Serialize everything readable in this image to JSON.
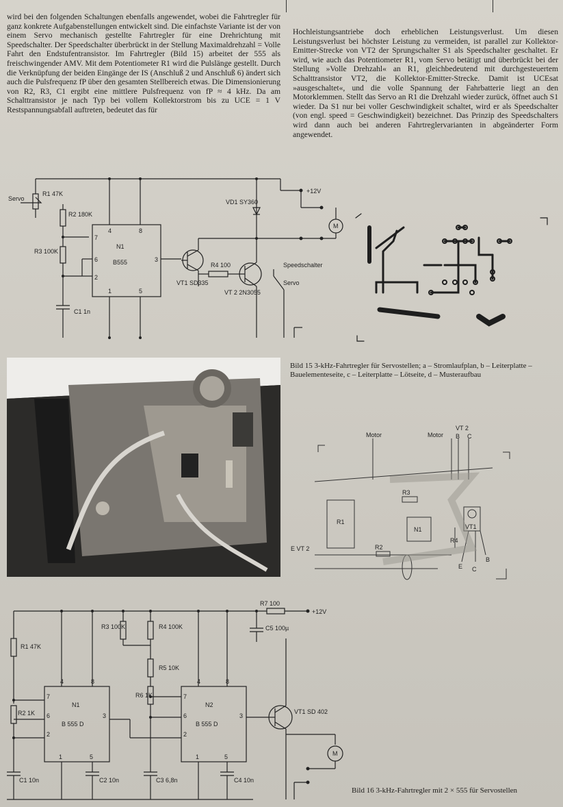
{
  "text": {
    "left_column": "wird bei den folgenden Schaltungen ebenfalls angewendet, wobei die Fahrtregler für ganz konkrete Aufgabenstellungen entwickelt sind. Die einfachste Variante ist der von einem Servo mechanisch gestellte Fahrtregler für eine Drehrichtung mit Speedschalter. Der Speedschalter überbrückt in der Stellung Maximaldrehzahl = Volle Fahrt den Endstufentransistor. Im Fahrtregler (Bild 15) arbeitet der 555 als freischwingender AMV. Mit dem Potentiometer R1 wird die Pulslänge gestellt. Durch die Verknüpfung der beiden Eingänge der IS (Anschluß 2 und Anschluß 6) ändert sich auch die Pulsfrequenz fP über den gesamten Stellbereich etwas. Die Dimensionierung von R2, R3, C1 ergibt eine mittlere Pulsfrequenz von fP ≈ 4 kHz. Da am Schalttransistor je nach Typ bei vollem Kollektorstrom bis zu UCE = 1 V Restspannungsabfall auftreten, bedeutet das für",
    "right_column": "Hochleistungsantriebe doch erheblichen Leistungsverlust. Um diesen Leistungsverlust bei höchster Leistung zu vermeiden, ist parallel zur Kollektor-Emitter-Strecke von VT2 der Sprungschalter S1 als Speedschalter geschaltet. Er wird, wie auch das Potentiometer R1, vom Servo betätigt und überbrückt bei der Stellung »Volle Drehzahl« an R1, gleichbedeutend mit durchgesteuertem Schalttransistor VT2, die Kollektor-Emitter-Strecke. Damit ist UCEsat »ausgeschaltet«, und die volle Spannung der Fahrbatterie liegt an den Motorklemmen. Stellt das Servo an R1 die Drehzahl wieder zurück, öffnet auch S1 wieder. Da S1 nur bei voller Geschwindigkeit schaltet, wird er als Speedschalter (von engl. speed = Geschwindigkeit) bezeichnet. Das Prinzip des Speedschalters wird dann auch bei anderen Fahrtreglervarianten in abgeänderter Form angewendet."
  },
  "figure15": {
    "caption": "Bild 15 3-kHz-Fahrtregler für Servostellen; a – Stromlaufplan, b – Leiterplatte – Bauelementeseite, c – Leiterplatte – Lötseite, d – Musteraufbau",
    "labels": {
      "servo": "Servo",
      "r1": "R1 47K",
      "r2": "R2 180K",
      "r3": "R3 100K",
      "c1": "C1 1n",
      "n1": "N1",
      "ic": "B555",
      "vd1": "VD1 SY360",
      "vt1": "VT1 SD335",
      "r4": "R4 100",
      "vt2": "VT 2 2N3055",
      "supply": "+12V",
      "speed": "Speedschalter",
      "servo2": "Servo",
      "motor": "M",
      "pin4": "4",
      "pin8": "8",
      "pin7": "7",
      "pin6": "6",
      "pin2": "2",
      "pin3": "3",
      "pin1": "1",
      "pin5": "5"
    },
    "board_labels": {
      "motor_a": "Motor",
      "motor_b": "Motor",
      "vt2": "VT 2",
      "b": "B",
      "c": "C",
      "r3": "R3",
      "r1": "R1",
      "n1": "N1",
      "vt1": "VT1",
      "r4": "R4",
      "r2": "R2",
      "e_vt2": "E VT 2",
      "e": "E",
      "b2": "B",
      "c2": "C"
    }
  },
  "figure16": {
    "caption": "Bild 16 3-kHz-Fahrtregler mit 2 × 555 für Servostellen",
    "labels": {
      "r7": "R7 100",
      "supply": "+12V",
      "r3": "R3 100K",
      "r4": "R4 100K",
      "r5": "R5 10K",
      "r6": "R6 1K",
      "c5": "C5 100µ",
      "r1": "R1 47K",
      "r2": "R2 1K",
      "n1": "N1",
      "ic1": "B 555 D",
      "n2": "N2",
      "ic2": "B 555 D",
      "vt1": "VT1 SD 402",
      "c1": "C1 10n",
      "c2": "C2 10n",
      "c3": "C3 6,8n",
      "c4": "C4 10n",
      "motor": "M",
      "p4a": "4",
      "p8a": "8",
      "p7a": "7",
      "p6a": "6",
      "p2a": "2",
      "p3a": "3",
      "p1a": "1",
      "p5a": "5",
      "p4b": "4",
      "p8b": "8",
      "p7b": "7",
      "p6b": "6",
      "p2b": "2",
      "p3b": "3",
      "p1b": "1",
      "p5b": "5"
    }
  }
}
